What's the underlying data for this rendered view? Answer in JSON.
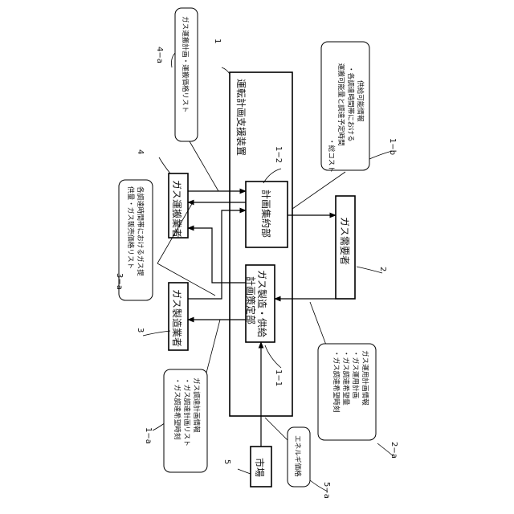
{
  "nodes": {
    "support_device": "運転計画支援装置",
    "planning_unit": "計画集約部",
    "formulation_unit_l1": "ガス製造・供給",
    "formulation_unit_l2": "計画策定部",
    "transporter": "ガス運搬業者",
    "manufacturer": "ガス製造業者",
    "consumer": "ガス需要者",
    "market": "市場"
  },
  "refs": {
    "device": "1",
    "planning_unit": "1−2",
    "formulation_unit": "1−1",
    "transporter": "4",
    "transporter_note": "4−a",
    "manufacturer": "3",
    "manufacturer_note": "3−a",
    "consumer": "2",
    "consumer_note": "2−a",
    "supply_note": "1−b",
    "procure_note": "1−a",
    "market": "5",
    "market_note": "5−a"
  },
  "notes": {
    "note_4a": [
      "ガス運搬計画・運搬価格リスト"
    ],
    "note_3a": [
      "各調達時間帯におけるガス提",
      "供量・ガス販売価格リスト"
    ],
    "note_1b": [
      "供給可能情報",
      "・各調達時間帯における",
      "　運搬可能量と調達予定時間",
      "・総コスト"
    ],
    "note_1a": [
      "ガス調達計画情報",
      "・ガス調達計画リスト",
      "・ガス調達希望時刻"
    ],
    "note_2a": [
      "ガス運用計画情報",
      "・ガス運用計画",
      "・ガス調達希望量",
      "・ガス調達希望時刻"
    ],
    "note_5a": [
      "エネルギ価格"
    ]
  }
}
